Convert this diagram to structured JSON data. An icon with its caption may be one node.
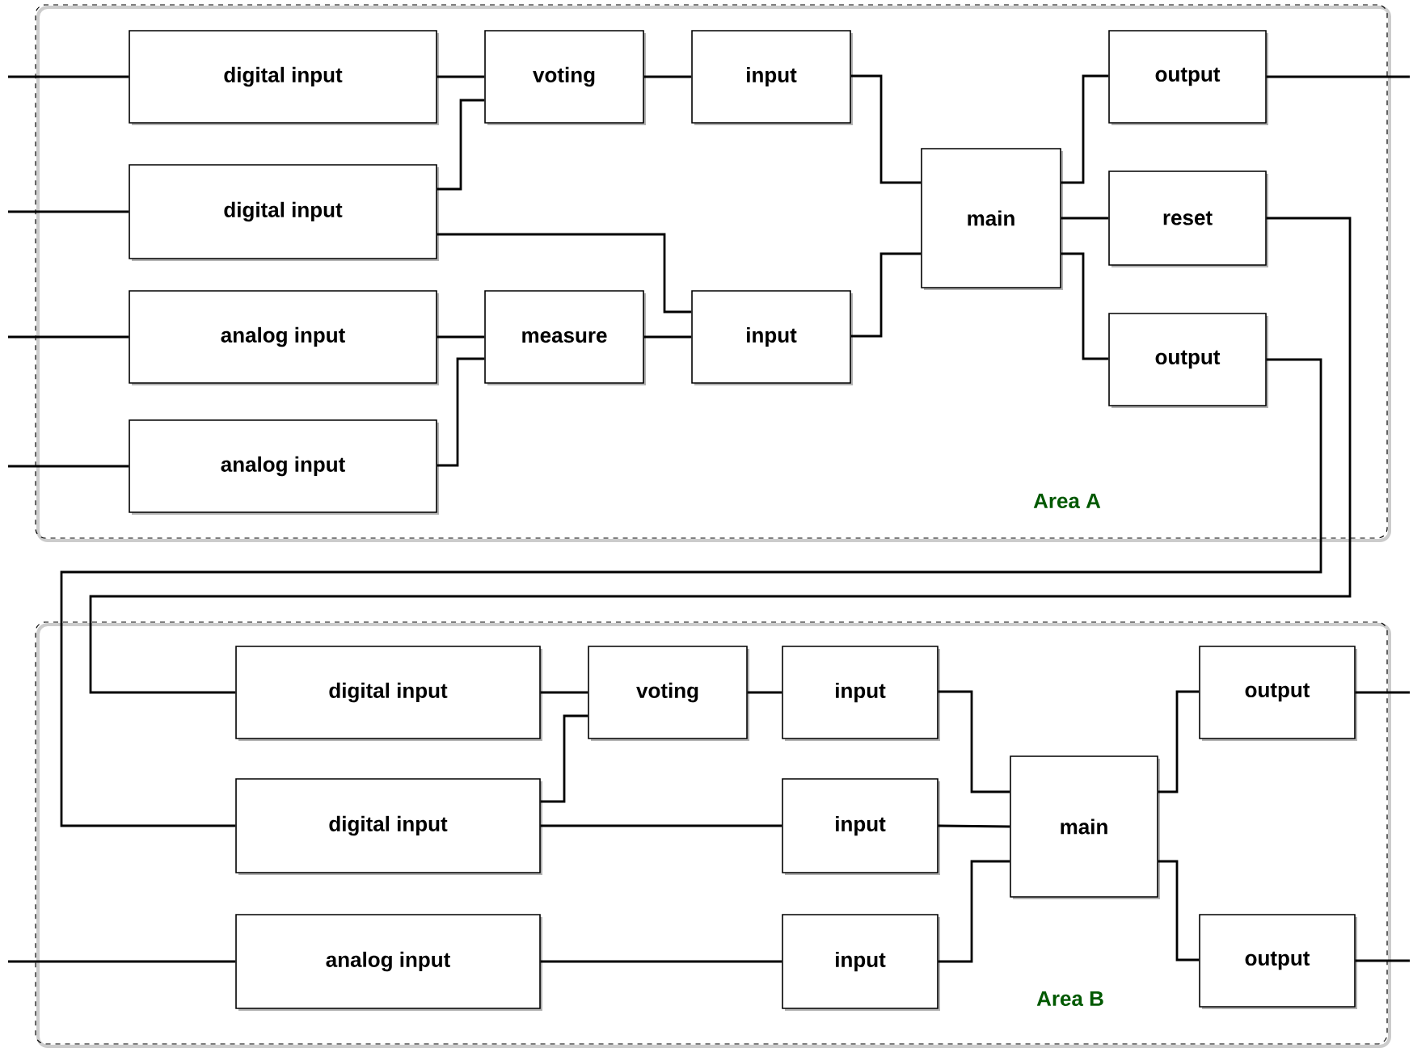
{
  "diagram": {
    "nodes": [
      {
        "text": [
          "Area A"
        ]
      },
      {
        "text": [
          "digital input"
        ],
        "in": 0
      },
      {
        "text": [
          "voting"
        ],
        "in": 0
      },
      {
        "text": [
          "input"
        ],
        "in": 0
      },
      {
        "text": [
          "digital input"
        ],
        "in": 0
      },
      {
        "text": [
          "analog input"
        ],
        "in": 0
      },
      {
        "text": [
          "measure"
        ],
        "in": 0
      },
      {
        "text": [
          "input"
        ],
        "in": 0
      },
      {
        "text": [
          "analog input"
        ],
        "in": 0
      },
      {
        "text": [
          "main"
        ],
        "in": 0
      },
      {
        "text": [
          "output"
        ],
        "in": 0
      },
      {
        "text": [
          "reset"
        ],
        "in": 0
      },
      {
        "text": [
          "output"
        ],
        "in": 0
      },
      {
        "text": [
          "Area B"
        ]
      },
      {
        "text": [
          "digital input"
        ],
        "in": 13
      },
      {
        "text": [
          "voting"
        ],
        "in": 13
      },
      {
        "text": [
          "input"
        ],
        "in": 13
      },
      {
        "text": [
          "digital input"
        ],
        "in": 13
      },
      {
        "text": [
          "input"
        ],
        "in": 13
      },
      {
        "text": [
          "analog input"
        ],
        "in": 13
      },
      {
        "text": [
          "input"
        ],
        "in": 13
      },
      {
        "text": [
          "main"
        ],
        "in": 13
      },
      {
        "text": [
          "output"
        ],
        "in": 13
      },
      {
        "text": [
          "output"
        ],
        "in": 13
      }
    ],
    "edges": [
      {
        "from": null,
        "to": 1,
        "arrow": "none"
      },
      {
        "from": null,
        "to": 4,
        "arrow": "none"
      },
      {
        "from": null,
        "to": 5,
        "arrow": "none"
      },
      {
        "from": null,
        "to": 8,
        "arrow": "none"
      },
      {
        "from": 1,
        "to": 2,
        "arrow": "none"
      },
      {
        "from": 4,
        "to": 2,
        "arrow": "none"
      },
      {
        "from": 2,
        "to": 3,
        "arrow": "none"
      },
      {
        "from": 4,
        "to": 7,
        "arrow": "none"
      },
      {
        "from": 5,
        "to": 6,
        "arrow": "none"
      },
      {
        "from": 8,
        "to": 6,
        "arrow": "none"
      },
      {
        "from": 6,
        "to": 7,
        "arrow": "none"
      },
      {
        "from": 3,
        "to": 9,
        "arrow": "none"
      },
      {
        "from": 7,
        "to": 9,
        "arrow": "none"
      },
      {
        "from": 9,
        "to": 10,
        "arrow": "none"
      },
      {
        "from": 9,
        "to": 11,
        "arrow": "none"
      },
      {
        "from": 9,
        "to": 12,
        "arrow": "none"
      },
      {
        "from": 10,
        "to": null,
        "arrow": "none"
      },
      {
        "from": 11,
        "to": 14,
        "arrow": "none"
      },
      {
        "from": 12,
        "to": 17,
        "arrow": "none"
      },
      {
        "from": 14,
        "to": 15,
        "arrow": "none"
      },
      {
        "from": 17,
        "to": 15,
        "arrow": "none"
      },
      {
        "from": 15,
        "to": 16,
        "arrow": "none"
      },
      {
        "from": 17,
        "to": 18,
        "arrow": "none"
      },
      {
        "from": null,
        "to": 19,
        "arrow": "none"
      },
      {
        "from": 19,
        "to": 20,
        "arrow": "none"
      },
      {
        "from": 16,
        "to": 21,
        "arrow": "none"
      },
      {
        "from": 18,
        "to": 21,
        "arrow": "none"
      },
      {
        "from": 20,
        "to": 21,
        "arrow": "none"
      },
      {
        "from": 21,
        "to": 22,
        "arrow": "none"
      },
      {
        "from": 21,
        "to": 23,
        "arrow": "none"
      },
      {
        "from": 22,
        "to": null,
        "arrow": "none"
      },
      {
        "from": 23,
        "to": null,
        "arrow": "none"
      }
    ]
  }
}
